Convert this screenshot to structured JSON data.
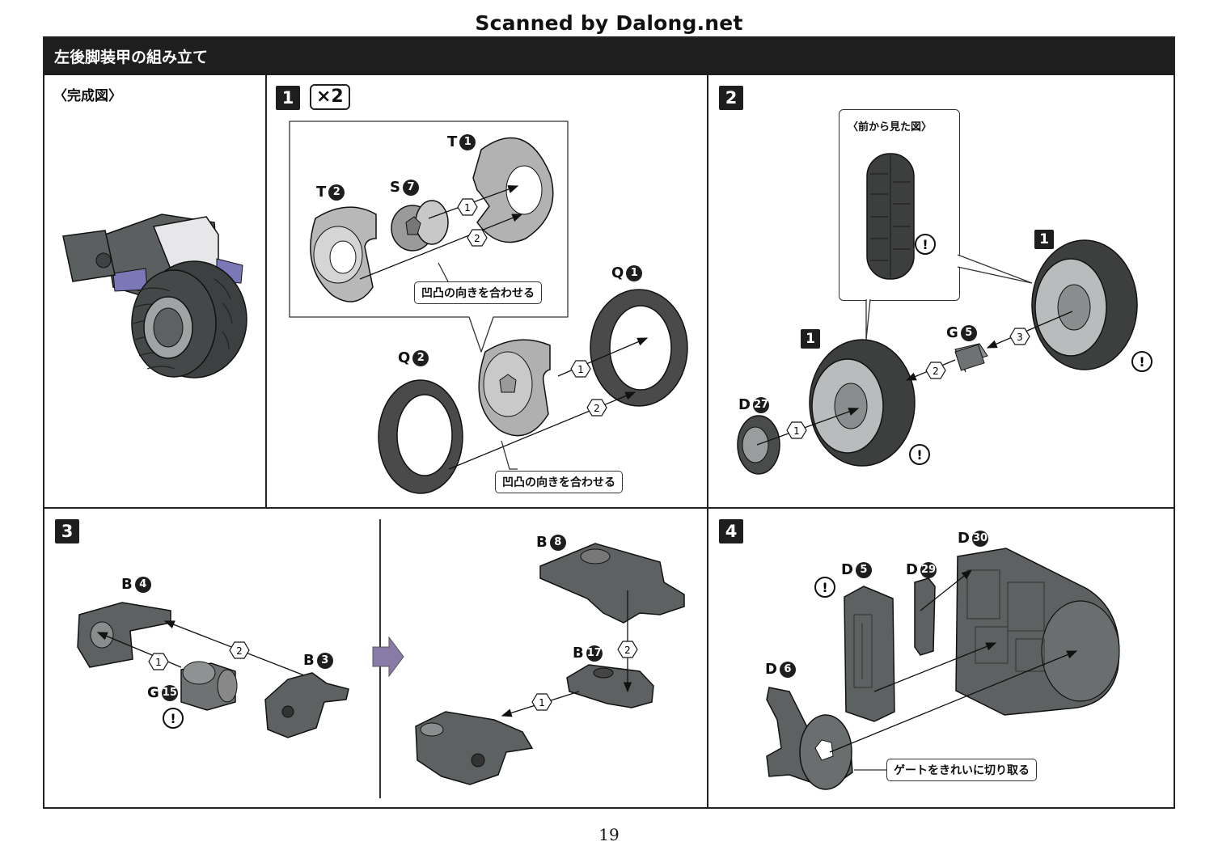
{
  "header": {
    "scan_credit": "Scanned by Dalong.net",
    "section_title": "左後脚装甲の組み立て",
    "page_number": "19"
  },
  "panels": {
    "complete": {
      "label": "〈完成図〉"
    },
    "step1": {
      "number": "1",
      "multiplier": "×2",
      "parts": {
        "t1": "T",
        "t1n": "1",
        "t2": "T",
        "t2n": "2",
        "s7": "S",
        "s7n": "7",
        "q1": "Q",
        "q1n": "1",
        "q2": "Q",
        "q2n": "2"
      },
      "callout_a": "凹凸の向きを合わせる",
      "callout_b": "凹凸の向きを合わせる",
      "seq": [
        "1",
        "2"
      ]
    },
    "step2": {
      "number": "2",
      "front_view_label": "〈前から見た図〉",
      "parts": {
        "g5": "G",
        "g5n": "5",
        "d27": "D",
        "d27n": "27"
      },
      "sub_a": "1",
      "sub_b": "1",
      "seq": [
        "1",
        "2",
        "3"
      ],
      "caution": "!"
    },
    "step3": {
      "number": "3",
      "parts": {
        "b4": "B",
        "b4n": "4",
        "b3": "B",
        "b3n": "3",
        "g15": "G",
        "g15n": "15",
        "b8": "B",
        "b8n": "8",
        "b17": "B",
        "b17n": "17"
      },
      "seq": [
        "1",
        "2"
      ],
      "caution": "!"
    },
    "step4": {
      "number": "4",
      "parts": {
        "d5": "D",
        "d5n": "5",
        "d29": "D",
        "d29n": "29",
        "d30": "D",
        "d30n": "30",
        "d6": "D",
        "d6n": "6"
      },
      "callout": "ゲートをきれいに切り取る",
      "caution": "!"
    }
  },
  "colors": {
    "header_bg": "#1e1e1e",
    "part_gray": "#6b6b6b",
    "tire": "#3a3a3a",
    "accent_purple": "#7b78b8"
  }
}
